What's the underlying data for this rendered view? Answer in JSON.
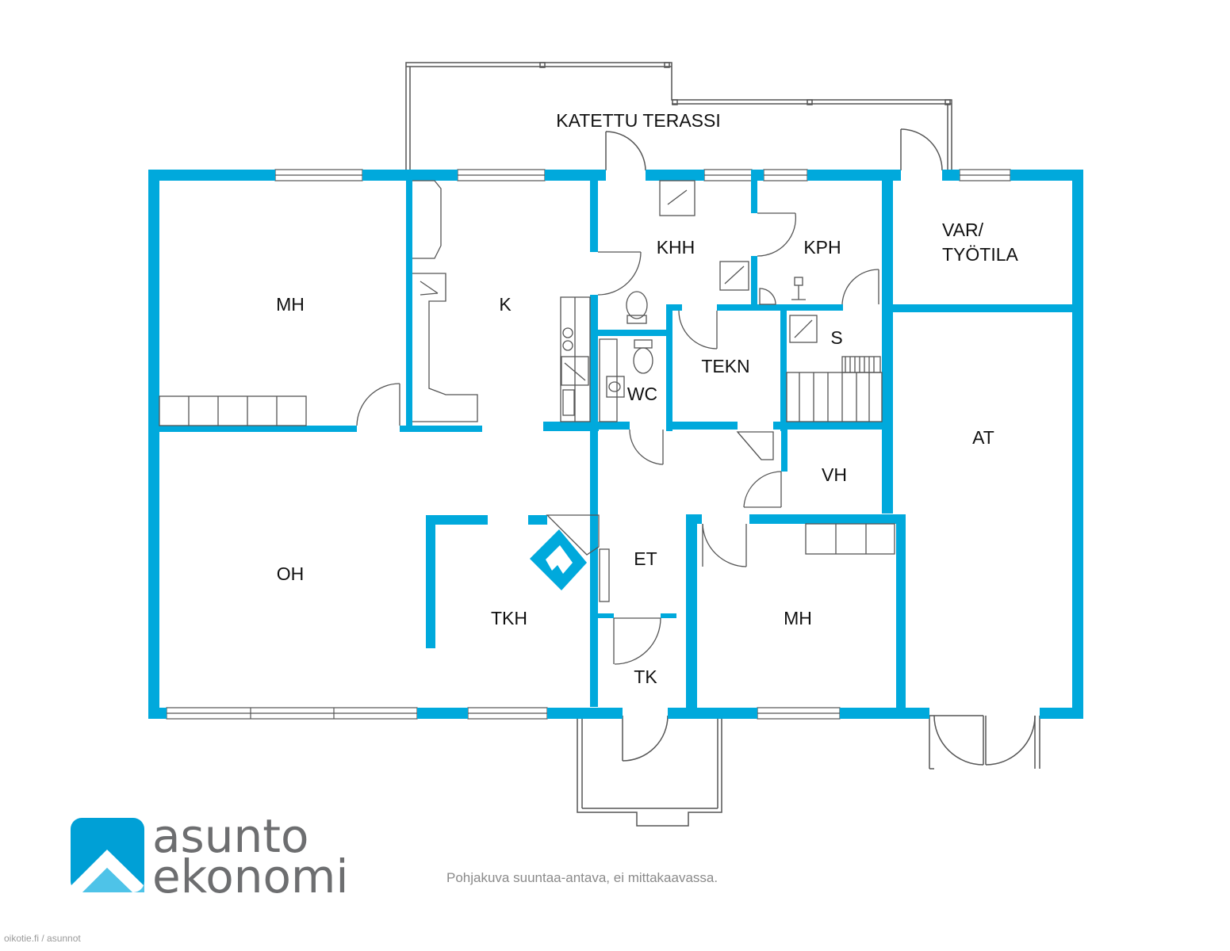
{
  "colors": {
    "wall": "#00a9dc",
    "line": "#555555",
    "logo_dark": "#00a0d6",
    "logo_light": "#4ec3e8",
    "logo_text": "#6d6e70"
  },
  "rooms": {
    "terrace": "KATETTU TERASSI",
    "mh1": "MH",
    "k": "K",
    "khh": "KHH",
    "kph": "KPH",
    "var1": "VAR/",
    "var2": "TYÖTILA",
    "wc": "WC",
    "tekn": "TEKN",
    "s": "S",
    "at": "AT",
    "vh": "VH",
    "oh": "OH",
    "et": "ET",
    "tkh": "TKH",
    "mh2": "MH",
    "tk": "TK"
  },
  "logo": {
    "word1": "asunto",
    "word2": "ekonomi",
    "icon": "house-roof-icon"
  },
  "note": "Pohjakuva suuntaa-antava, ei mittakaavassa.",
  "credit": "oikotie.fi / asunnot"
}
